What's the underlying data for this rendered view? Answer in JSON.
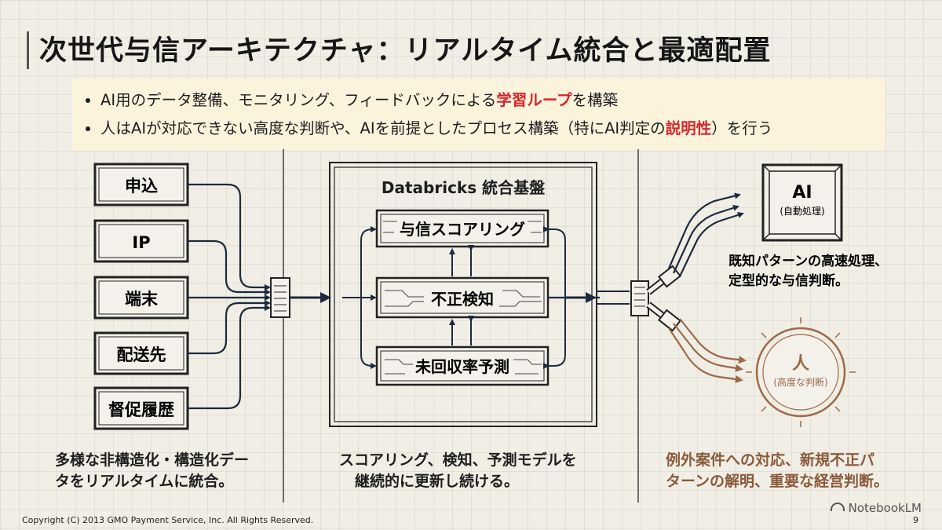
{
  "title": "次世代与信アーキテクチャ：リアルタイム統合と最適配置",
  "bullets": [
    {
      "pre": "AI用のデータ整備、モニタリング、フィードバックによる",
      "hl": "学習ループ",
      "post": "を構築"
    },
    {
      "pre": "人はAIが対応できない高度な判断や、AIを前提としたプロセス構築（特にAI判定の",
      "hl": "説明性",
      "post": "）を行う"
    }
  ],
  "inputs": [
    "申込",
    "IP",
    "端末",
    "配送先",
    "督促履歴"
  ],
  "platform": {
    "title": "Databricks 統合基盤",
    "modules": [
      "与信スコアリング",
      "不正検知",
      "未回収率予測"
    ]
  },
  "outputs": {
    "ai": {
      "title": "AI",
      "sub": "(自動処理)",
      "desc": [
        "既知パターンの高速処理、",
        "定型的な与信判断。"
      ]
    },
    "human": {
      "title": "人",
      "sub": "(高度な判断)"
    }
  },
  "captions": {
    "left": [
      "多様な非構造化・構造化デー",
      "タをリアルタイムに統合。"
    ],
    "center": [
      "スコアリング、検知、予測モデルを",
      "継続的に更新し続ける。"
    ],
    "right": [
      "例外案件への対応、新規不正パ",
      "ターンの解明、重要な経営判断。"
    ]
  },
  "colors": {
    "human": "#9b6a48",
    "highlight": "#d8262a"
  },
  "footer": {
    "copyright": "Copyright (C) 2013 GMO Payment Service, Inc. All Rights Reserved.",
    "page": "9",
    "brand": "NotebookLM"
  }
}
